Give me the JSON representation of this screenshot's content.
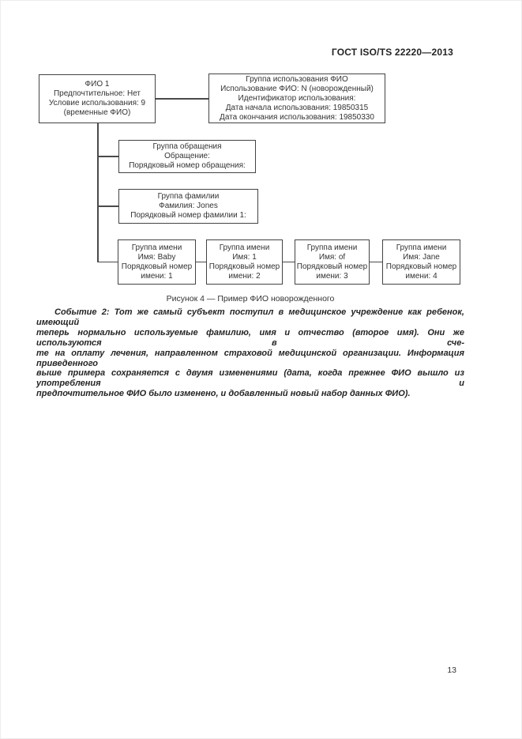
{
  "page": {
    "header": "ГОСТ ISO/TS 22220—2013",
    "page_number": "13"
  },
  "colors": {
    "ink": "#2e2e2e",
    "box_border": "#434343",
    "connector_line": "#4a4a4a",
    "background": "#ffffff"
  },
  "diagram": {
    "caption": "Рисунок 4 — Пример ФИО новорожденного",
    "boxes": {
      "fio1": {
        "lines": [
          "ФИО 1",
          "Предпочтительное: Нет",
          "Условие использования: 9",
          "(временные ФИО)"
        ]
      },
      "usage_group": {
        "lines": [
          "Группа использования ФИО",
          "Использование ФИО: N (новорожденный)",
          "Идентификатор использования:",
          "Дата начала использования: 19850315",
          "Дата окончания использования: 19850330"
        ]
      },
      "salutation_group": {
        "lines": [
          "Группа обращения",
          "Обращение:",
          "Порядковый номер обращения:"
        ]
      },
      "family_group": {
        "lines": [
          "Группа фамилии",
          "Фамилия: Jones",
          "Порядковый номер фамилии 1:"
        ]
      },
      "name_group_1": {
        "lines": [
          "Группа имени",
          "Имя: Baby",
          "Порядковый номер",
          "имени: 1"
        ]
      },
      "name_group_2": {
        "lines": [
          "Группа имени",
          "Имя: 1",
          "Порядковый номер",
          "имени: 2"
        ]
      },
      "name_group_3": {
        "lines": [
          "Группа имени",
          "Имя: of",
          "Порядковый номер",
          "имени: 3"
        ]
      },
      "name_group_4": {
        "lines": [
          "Группа имени",
          "Имя: Jane",
          "Порядковый номер",
          "имени: 4"
        ]
      }
    }
  },
  "note": {
    "lines": [
      "Событие 2: Тот же самый субъект поступил в медицинское учреждение как ребенок, имеющий",
      "теперь нормально используемые фамилию, имя и отчество (второе имя). Они же используются в сче-",
      "те на оплату лечения, направленном страховой медицинской организации. Информация приведенного",
      "выше примера сохраняется с двумя изменениями (дата, когда прежнее ФИО вышло из употребления и",
      "предпочтительное ФИО было изменено, и добавленный новый набор данных ФИО)."
    ]
  }
}
